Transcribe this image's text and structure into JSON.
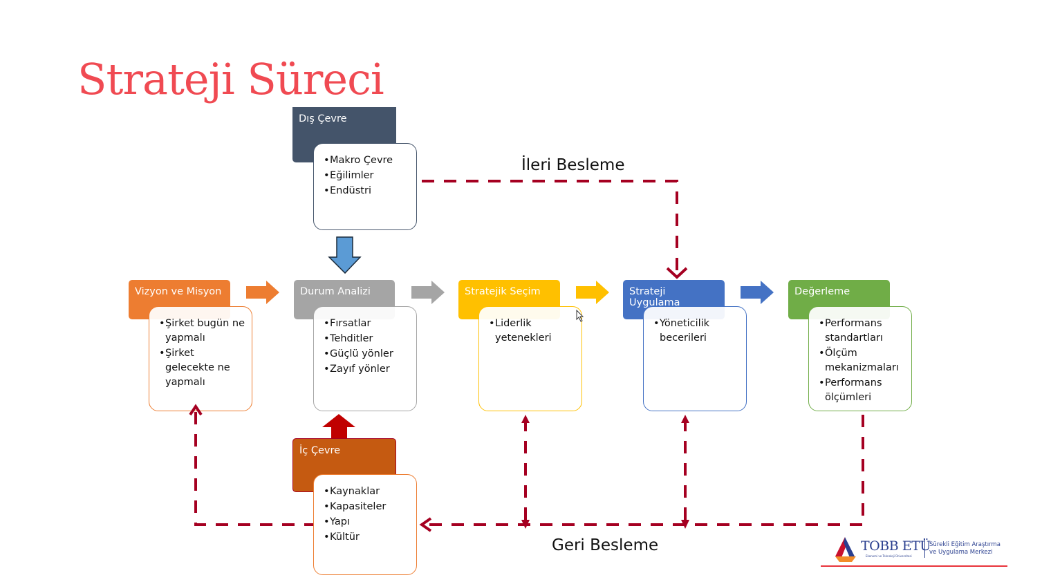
{
  "title": "Strateji Süreci",
  "external": {
    "header": "Dış Çevre",
    "items": [
      "Makro Çevre",
      "Eğilimler",
      "Endüstri"
    ],
    "color": "#44546a"
  },
  "internal": {
    "header": "İç Çevre",
    "items": [
      "Kaynaklar",
      "Kapasiteler",
      "Yapı",
      "Kültür"
    ],
    "color": "#c55a11",
    "border": "#ed7d31"
  },
  "stages": [
    {
      "header": "Vizyon ve Misyon",
      "items": [
        "Şirket bugün ne yapmalı",
        "Şirket gelecekte ne yapmalı"
      ],
      "color": "#ed7d31"
    },
    {
      "header": "Durum Analizi",
      "items": [
        "Fırsatlar",
        "Tehditler",
        "Güçlü yönler",
        "Zayıf yönler"
      ],
      "color": "#a5a5a5"
    },
    {
      "header": "Stratejik Seçim",
      "items": [
        "Liderlik yetenekleri"
      ],
      "color": "#ffc000"
    },
    {
      "header": "Strateji Uygulama",
      "items": [
        "Yöneticilik becerileri"
      ],
      "color": "#4472c4"
    },
    {
      "header": "Değerleme",
      "items": [
        "Performans standartları",
        "Ölçüm mekanizmaları",
        "Performans ölçümleri"
      ],
      "color": "#70ad47"
    }
  ],
  "labels": {
    "feedforward": "İleri Besleme",
    "feedback": "Geri Besleme"
  },
  "logo": {
    "name": "TOBB ETÜ",
    "subtitle": "Ekonomi ve Teknoloji Üniversitesi",
    "unit_line1": "Sürekli Eğitim Araştırma",
    "unit_line2": "ve Uygulama Merkezi"
  },
  "colors": {
    "dashed": "#a50021",
    "down_arrow": "#5b9bd5",
    "up_arrow": "#c00000"
  }
}
